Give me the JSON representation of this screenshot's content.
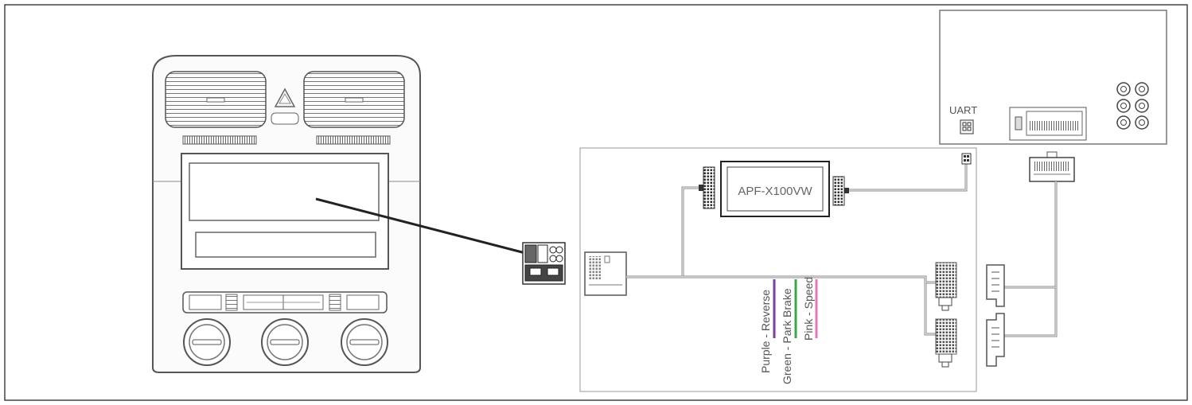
{
  "module": {
    "name": "APF-X100VW"
  },
  "head_unit": {
    "port_label": "UART"
  },
  "wires": [
    {
      "label": "Purple - Reverse",
      "color": "#7b3fa0"
    },
    {
      "label": "Green - Park Brake",
      "color": "#3aa64a"
    },
    {
      "label": "Pink - Speed",
      "color": "#e277b8"
    }
  ]
}
